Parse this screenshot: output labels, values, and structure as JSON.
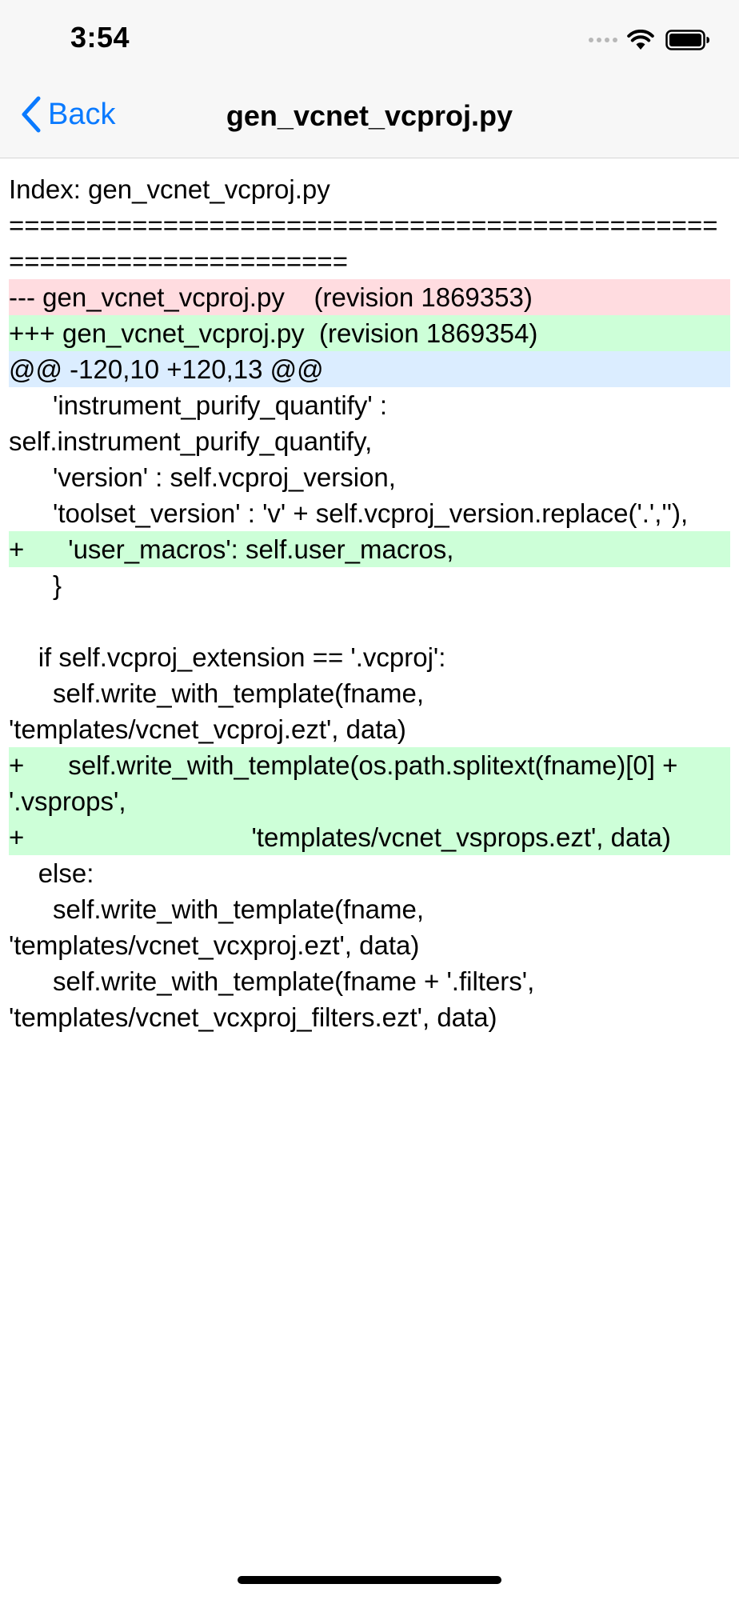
{
  "status_bar": {
    "time": "3:54"
  },
  "nav": {
    "back_label": "Back",
    "title": "gen_vcnet_vcproj.py"
  },
  "diff_lines": [
    {
      "type": "context",
      "text": "Index: gen_vcnet_vcproj.py"
    },
    {
      "type": "context",
      "text": "===================================================================="
    },
    {
      "type": "removed",
      "text": "--- gen_vcnet_vcproj.py    (revision 1869353)"
    },
    {
      "type": "added",
      "text": "+++ gen_vcnet_vcproj.py  (revision 1869354)"
    },
    {
      "type": "hunk",
      "text": "@@ -120,10 +120,13 @@"
    },
    {
      "type": "context",
      "text": "      'instrument_purify_quantify' : self.instrument_purify_quantify,"
    },
    {
      "type": "context",
      "text": "      'version' : self.vcproj_version,"
    },
    {
      "type": "context",
      "text": "      'toolset_version' : 'v' + self.vcproj_version.replace('.',''),"
    },
    {
      "type": "added",
      "text": "+      'user_macros': self.user_macros,"
    },
    {
      "type": "context",
      "text": "      }"
    },
    {
      "type": "context",
      "text": " "
    },
    {
      "type": "context",
      "text": "    if self.vcproj_extension == '.vcproj':"
    },
    {
      "type": "context",
      "text": "      self.write_with_template(fname, 'templates/vcnet_vcproj.ezt', data)"
    },
    {
      "type": "added",
      "text": "+      self.write_with_template(os.path.splitext(fname)[0] + '.vsprops',\n+                               'templates/vcnet_vsprops.ezt', data)"
    },
    {
      "type": "context",
      "text": "    else:"
    },
    {
      "type": "context",
      "text": "      self.write_with_template(fname, 'templates/vcnet_vcxproj.ezt', data)"
    },
    {
      "type": "context",
      "text": "      self.write_with_template(fname + '.filters', 'templates/vcnet_vcxproj_filters.ezt', data)"
    }
  ],
  "colors": {
    "removed_bg": "#ffdce0",
    "added_bg": "#cdffd8",
    "hunk_bg": "#dbedff",
    "accent": "#0a7aff"
  },
  "icons": {
    "back": "chevron-left-icon",
    "wifi": "wifi-icon",
    "battery": "battery-icon",
    "signal": "cellular-signal-icon"
  }
}
